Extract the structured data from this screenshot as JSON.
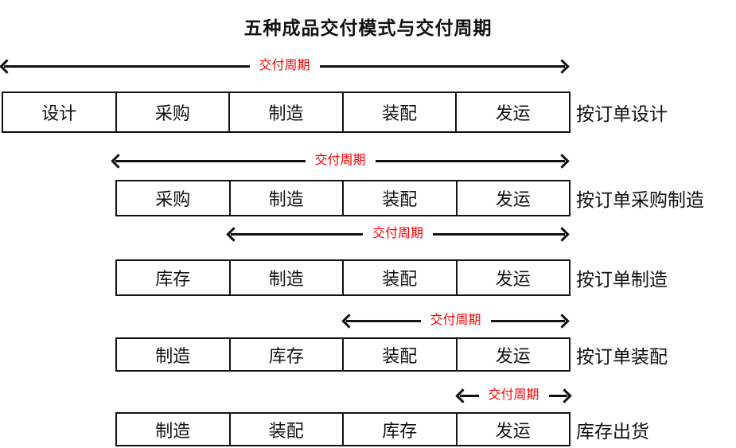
{
  "title": "五种成品交付模式与交付周期",
  "colors": {
    "cycle_label_red": "#ff0000",
    "line_black": "#111111",
    "background": "#ffffff"
  },
  "rows": [
    {
      "cycle_label": "交付周期",
      "cells": [
        "设计",
        "采购",
        "制造",
        "装配",
        "发运"
      ],
      "mode_label": "按订单设计"
    },
    {
      "cycle_label": "交付周期",
      "cells": [
        "采购",
        "制造",
        "装配",
        "发运"
      ],
      "mode_label": "按订单采购制造"
    },
    {
      "cycle_label": "交付周期",
      "cells": [
        "库存",
        "制造",
        "装配",
        "发运"
      ],
      "mode_label": "按订单制造"
    },
    {
      "cycle_label": "交付周期",
      "cells": [
        "制造",
        "库存",
        "装配",
        "发运"
      ],
      "mode_label": "按订单装配"
    },
    {
      "cycle_label": "交付周期",
      "cells": [
        "制造",
        "装配",
        "库存",
        "发运"
      ],
      "mode_label": "库存出货"
    }
  ]
}
